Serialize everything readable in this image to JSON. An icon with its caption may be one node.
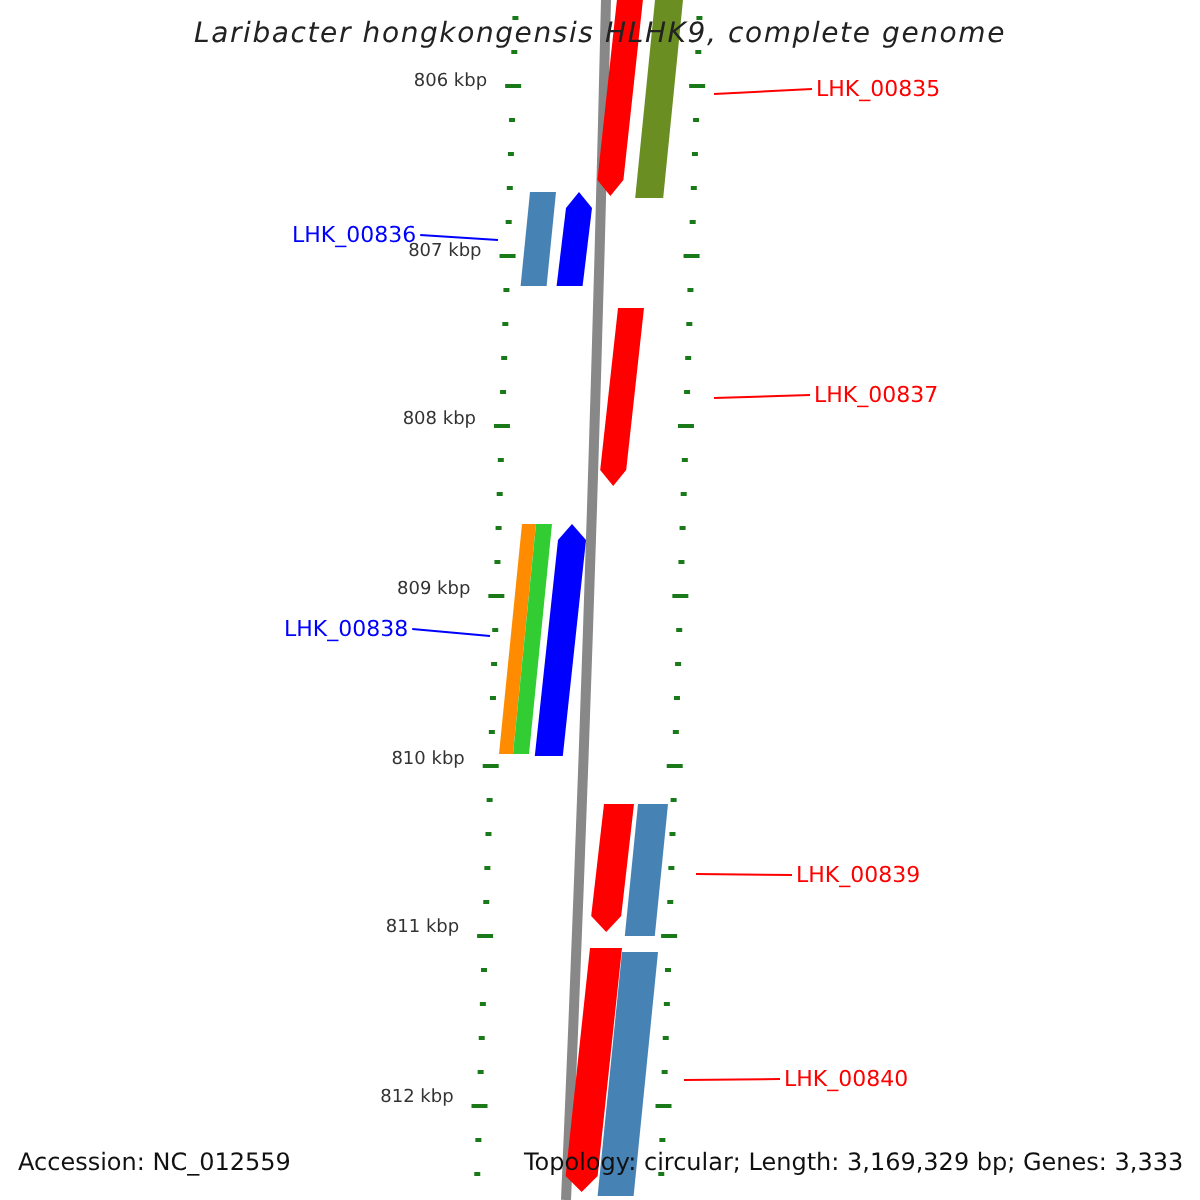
{
  "diagram": {
    "title": "Laribacter hongkongensis HLHK9, complete genome",
    "nodes": [
      {
        "text": [
          "LHK_00835"
        ]
      },
      {
        "text": [
          "LHK_00836"
        ]
      },
      {
        "text": [
          "LHK_00837"
        ]
      },
      {
        "text": [
          "LHK_00838"
        ]
      },
      {
        "text": [
          "LHK_00839"
        ]
      },
      {
        "text": [
          "LHK_00840"
        ]
      }
    ],
    "edges": [
      {
        "from": 0,
        "to": null,
        "arrow": "none"
      },
      {
        "from": 1,
        "to": null,
        "arrow": "none",
        "color": "#0000ff"
      },
      {
        "from": 2,
        "to": null,
        "arrow": "none"
      },
      {
        "from": 3,
        "to": null,
        "arrow": "none",
        "color": "#0000ff"
      },
      {
        "from": 4,
        "to": null,
        "arrow": "none"
      },
      {
        "from": 5,
        "to": null,
        "arrow": "none"
      }
    ],
    "labels": [
      "806 kbp",
      "807 kbp",
      "808 kbp",
      "809 kbp",
      "810 kbp",
      "811 kbp",
      "812 kbp",
      "Accession: NC_012559",
      "Topology: circular; Length: 3,169,329 bp; Genes: 3,333"
    ]
  }
}
